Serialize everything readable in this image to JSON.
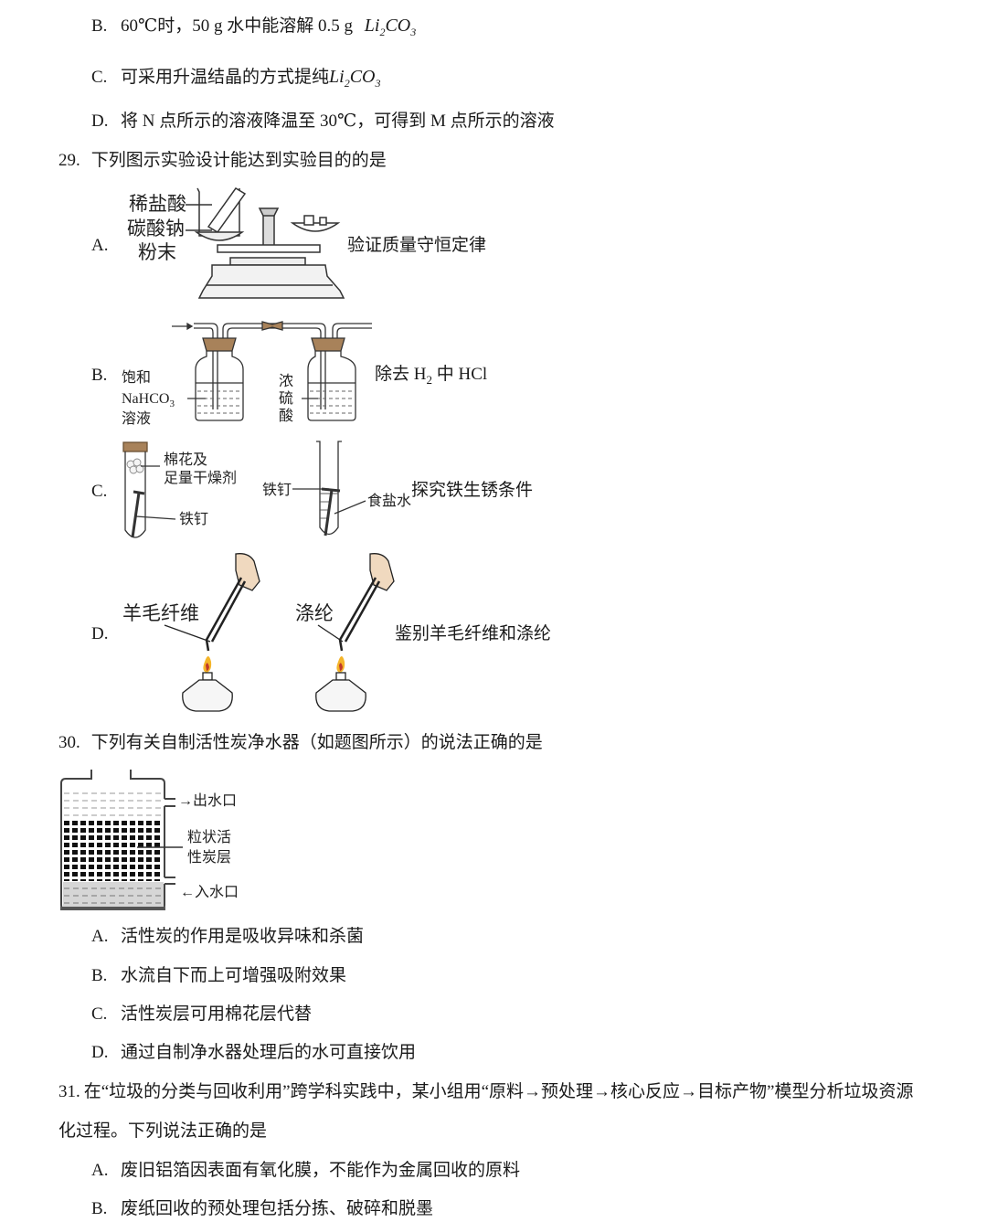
{
  "q28_options": [
    {
      "letter": "B.",
      "text": "60℃时，50 g 水中能溶解 0.5 g",
      "formula": {
        "main": "Li",
        "sub": "2",
        "rest": "CO",
        "sub2": "3"
      }
    },
    {
      "letter": "C.",
      "text": "可采用升温结晶的方式提纯",
      "formula": {
        "main": "Li",
        "sub": "2",
        "rest": "CO",
        "sub2": "3"
      }
    },
    {
      "letter": "D.",
      "text": "将 N 点所示的溶液降温至 30℃，可得到 M 点所示的溶液"
    }
  ],
  "q29": {
    "number": "29.",
    "stem": "下列图示实验设计能达到实验目的的是",
    "options": [
      {
        "letter": "A.",
        "purpose": "验证质量守恒定律",
        "labels": [
          "稀盐酸",
          "碳酸钠",
          "粉末"
        ]
      },
      {
        "letter": "B.",
        "purpose_pre": "除去 H",
        "purpose_sub": "2",
        "purpose_post": " 中 HCl",
        "labels": {
          "left_1": "饱和",
          "left_2": "NaHCO",
          "left_2_sub": "3",
          "left_3": "溶液",
          "right_1": "浓",
          "right_2": "硫",
          "right_3": "酸"
        }
      },
      {
        "letter": "C.",
        "purpose": "探究铁生锈条件",
        "labels": {
          "cotton_1": "棉花及",
          "cotton_2": "足量干燥剂",
          "nail_left": "铁钉",
          "nail_right": "铁钉",
          "salt_water": "食盐水"
        }
      },
      {
        "letter": "D.",
        "purpose": "鉴别羊毛纤维和涤纶",
        "labels": {
          "left": "羊毛纤维",
          "right": "涤纶"
        }
      }
    ]
  },
  "q30": {
    "number": "30.",
    "stem": "下列有关自制活性炭净水器（如题图所示）的说法正确的是",
    "diagram_labels": {
      "outlet": "→出水口",
      "carbon_1": "粒状活",
      "carbon_2": "性炭层",
      "inlet": "←入水口"
    },
    "options": [
      {
        "letter": "A.",
        "text": "活性炭的作用是吸收异味和杀菌"
      },
      {
        "letter": "B.",
        "text": "水流自下而上可增强吸附效果"
      },
      {
        "letter": "C.",
        "text": "活性炭层可用棉花层代替"
      },
      {
        "letter": "D.",
        "text": "通过自制净水器处理后的水可直接饮用"
      }
    ]
  },
  "q31": {
    "number": "31.",
    "stem_line1": "在“垃圾的分类与回收利用”跨学科实践中，某小组用“原料→预处理→核心反应→目标产物”模型分析垃圾资源",
    "stem_line2": "化过程。下列说法正确的是",
    "options": [
      {
        "letter": "A.",
        "text": "废旧铝箔因表面有氧化膜，不能作为金属回收的原料"
      },
      {
        "letter": "B.",
        "text": "废纸回收的预处理包括分拣、破碎和脱墨"
      }
    ]
  }
}
